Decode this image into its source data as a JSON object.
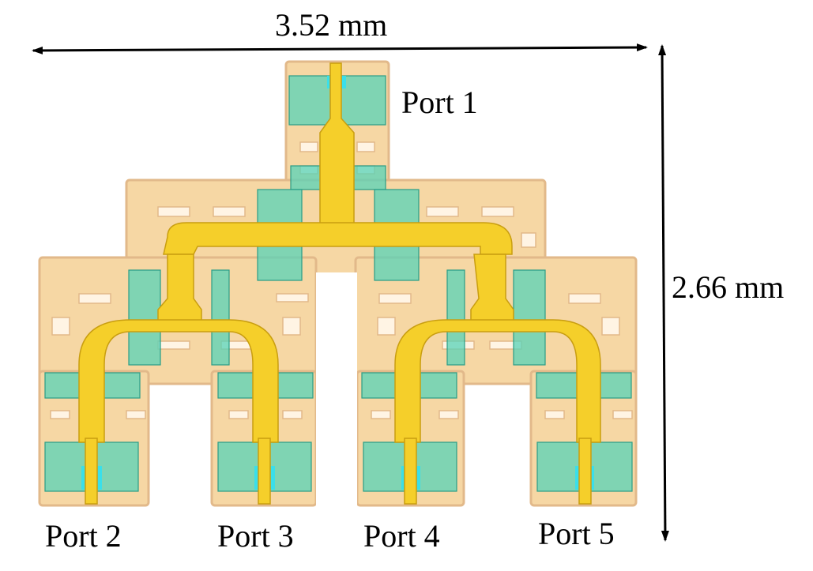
{
  "diagram": {
    "dimensions": {
      "width_label": "3.52 mm",
      "height_label": "2.66 mm"
    },
    "ports": [
      {
        "label": "Port 1"
      },
      {
        "label": "Port 2"
      },
      {
        "label": "Port 3"
      },
      {
        "label": "Port 4"
      },
      {
        "label": "Port 5"
      }
    ],
    "colors": {
      "substrate": "#f6d7a4",
      "substrate_edge": "#e2b98a",
      "metal": "#f5cf2a",
      "metal_edge": "#c99e10",
      "via_pad": "#57d3b8",
      "via_pad_edge": "#2a9d86",
      "port_feed": "#33e0f0",
      "cutout": "#fff4e4",
      "arrow": "#000000"
    }
  }
}
